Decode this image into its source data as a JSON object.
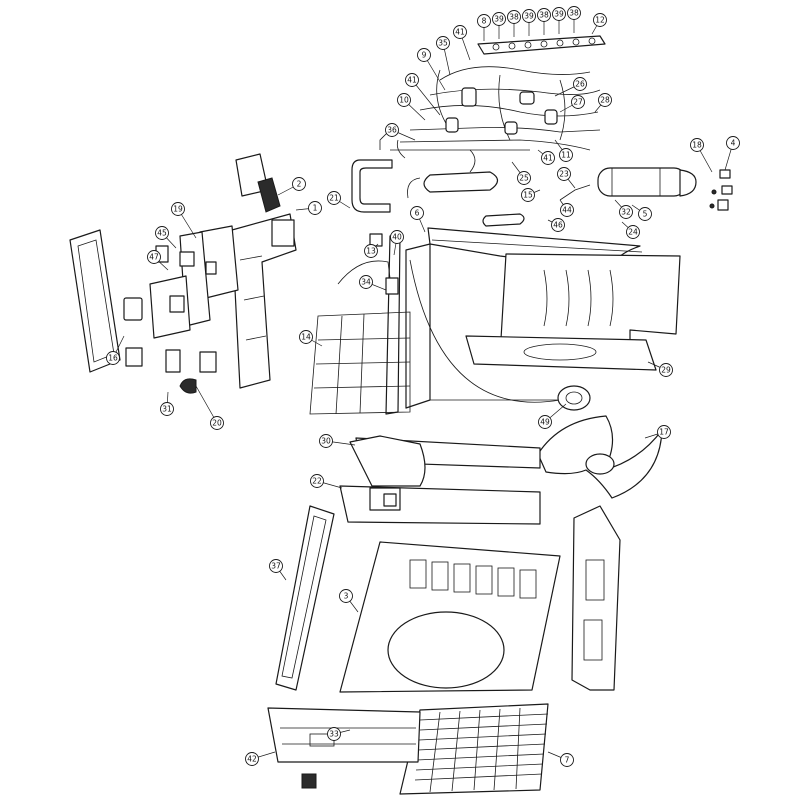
{
  "diagram": {
    "type": "exploded-parts-view",
    "subject": "outdoor air conditioning unit",
    "colors": {
      "line": "#1a1a1a",
      "background": "#ffffff"
    }
  },
  "callouts": [
    {
      "label": "8"
    },
    {
      "label": "39"
    },
    {
      "label": "38"
    },
    {
      "label": "39"
    },
    {
      "label": "38"
    },
    {
      "label": "39"
    },
    {
      "label": "38"
    },
    {
      "label": "12"
    },
    {
      "label": "41"
    },
    {
      "label": "35"
    },
    {
      "label": "9"
    },
    {
      "label": "41"
    },
    {
      "label": "26"
    },
    {
      "label": "10"
    },
    {
      "label": "27"
    },
    {
      "label": "28"
    },
    {
      "label": "36"
    },
    {
      "label": "41"
    },
    {
      "label": "11"
    },
    {
      "label": "18"
    },
    {
      "label": "4"
    },
    {
      "label": "2"
    },
    {
      "label": "25"
    },
    {
      "label": "23"
    },
    {
      "label": "44"
    },
    {
      "label": "15"
    },
    {
      "label": "32"
    },
    {
      "label": "5"
    },
    {
      "label": "46"
    },
    {
      "label": "24"
    },
    {
      "label": "1"
    },
    {
      "label": "19"
    },
    {
      "label": "21"
    },
    {
      "label": "6"
    },
    {
      "label": "45"
    },
    {
      "label": "13"
    },
    {
      "label": "40"
    },
    {
      "label": "47"
    },
    {
      "label": "34"
    },
    {
      "label": "14"
    },
    {
      "label": "16"
    },
    {
      "label": "29"
    },
    {
      "label": "49"
    },
    {
      "label": "31"
    },
    {
      "label": "20"
    },
    {
      "label": "42"
    },
    {
      "label": "17"
    },
    {
      "label": "30"
    },
    {
      "label": "22"
    },
    {
      "label": "37"
    },
    {
      "label": "3"
    },
    {
      "label": "33"
    },
    {
      "label": "7"
    }
  ]
}
